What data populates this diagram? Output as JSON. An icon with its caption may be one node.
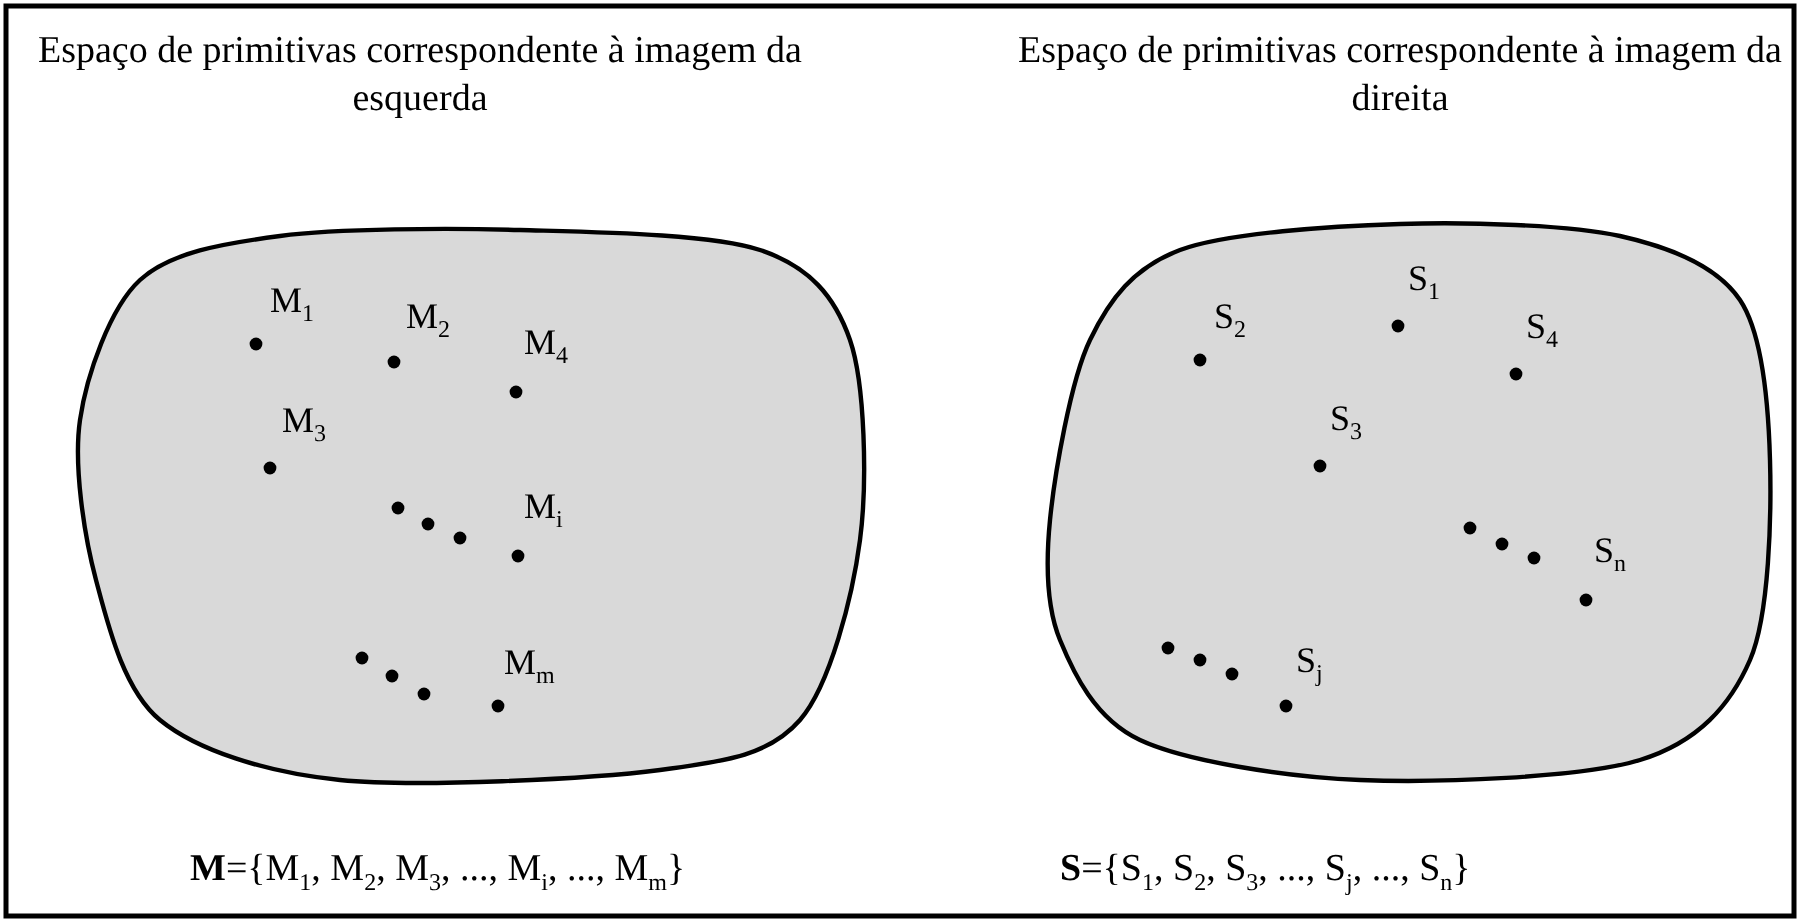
{
  "diagram": {
    "nodes": [
      {
        "text": [
          "Espaço de primitivas correspondente à imagem da esquerda"
        ]
      },
      {
        "text": [
          "Espaço de primitivas correspondente à imagem da direita"
        ]
      }
    ],
    "labels": [
      "M$_{1}$",
      "M$_{2}$",
      "M$_{4}$",
      "M$_{3}$",
      "M$_{i}$",
      "M$_{m}$",
      "S$_{2}$",
      "S$_{1}$",
      "S$_{4}$",
      "S$_{3}$",
      "S$_{n}$",
      "S$_{j}$",
      "**M**={M$_{1}$, M$_{2}$, M$_{3}$, ..., M$_{i}$, ..., M$_{m}$}",
      "**S**={S$_{1}$, S$_{2}$, S$_{3}$, ..., S$_{j}$, ..., S$_{n}$}"
    ]
  }
}
